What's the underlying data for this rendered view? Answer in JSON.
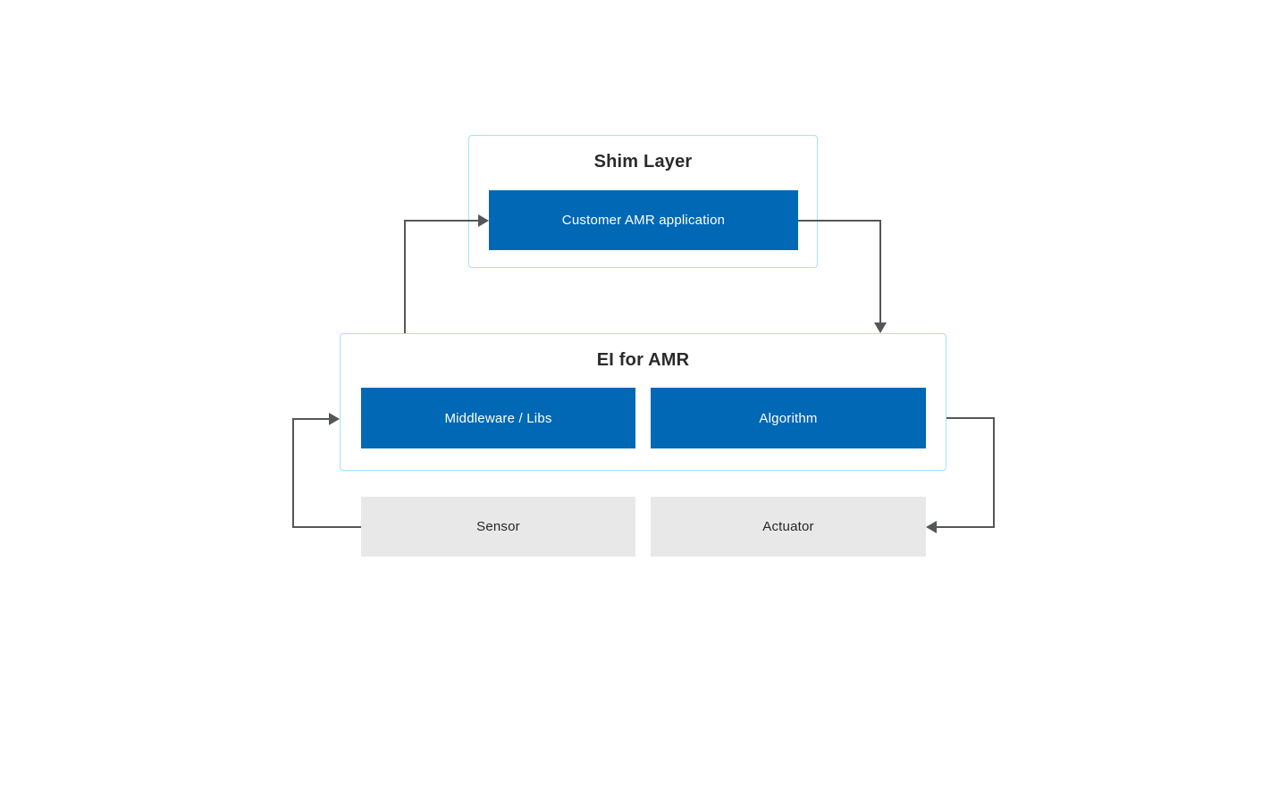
{
  "diagram": {
    "shim_layer": {
      "title": "Shim Layer",
      "children": [
        {
          "label": "Customer AMR application"
        }
      ]
    },
    "ei_for_amr": {
      "title": "EI for AMR",
      "children": [
        {
          "label": "Middleware / Libs"
        },
        {
          "label": "Algorithm"
        }
      ]
    },
    "hardware": [
      {
        "label": "Sensor"
      },
      {
        "label": "Actuator"
      }
    ],
    "connections": [
      {
        "from": "EI for AMR",
        "to": "Customer AMR application"
      },
      {
        "from": "Customer AMR application",
        "to": "EI for AMR"
      },
      {
        "from": "Sensor",
        "to": "EI for AMR"
      },
      {
        "from": "EI for AMR",
        "to": "Actuator"
      }
    ],
    "colors": {
      "primary_blue": "#0068B5",
      "container_border_cyan": "#A0E4F7",
      "hardware_gray": "#E8E8E8",
      "connector_gray": "#54565A",
      "title_text": "#2B2B2B",
      "box_text_light": "#FFFFFF",
      "box_text_dark": "#262626",
      "background": "#FFFFFF"
    }
  }
}
